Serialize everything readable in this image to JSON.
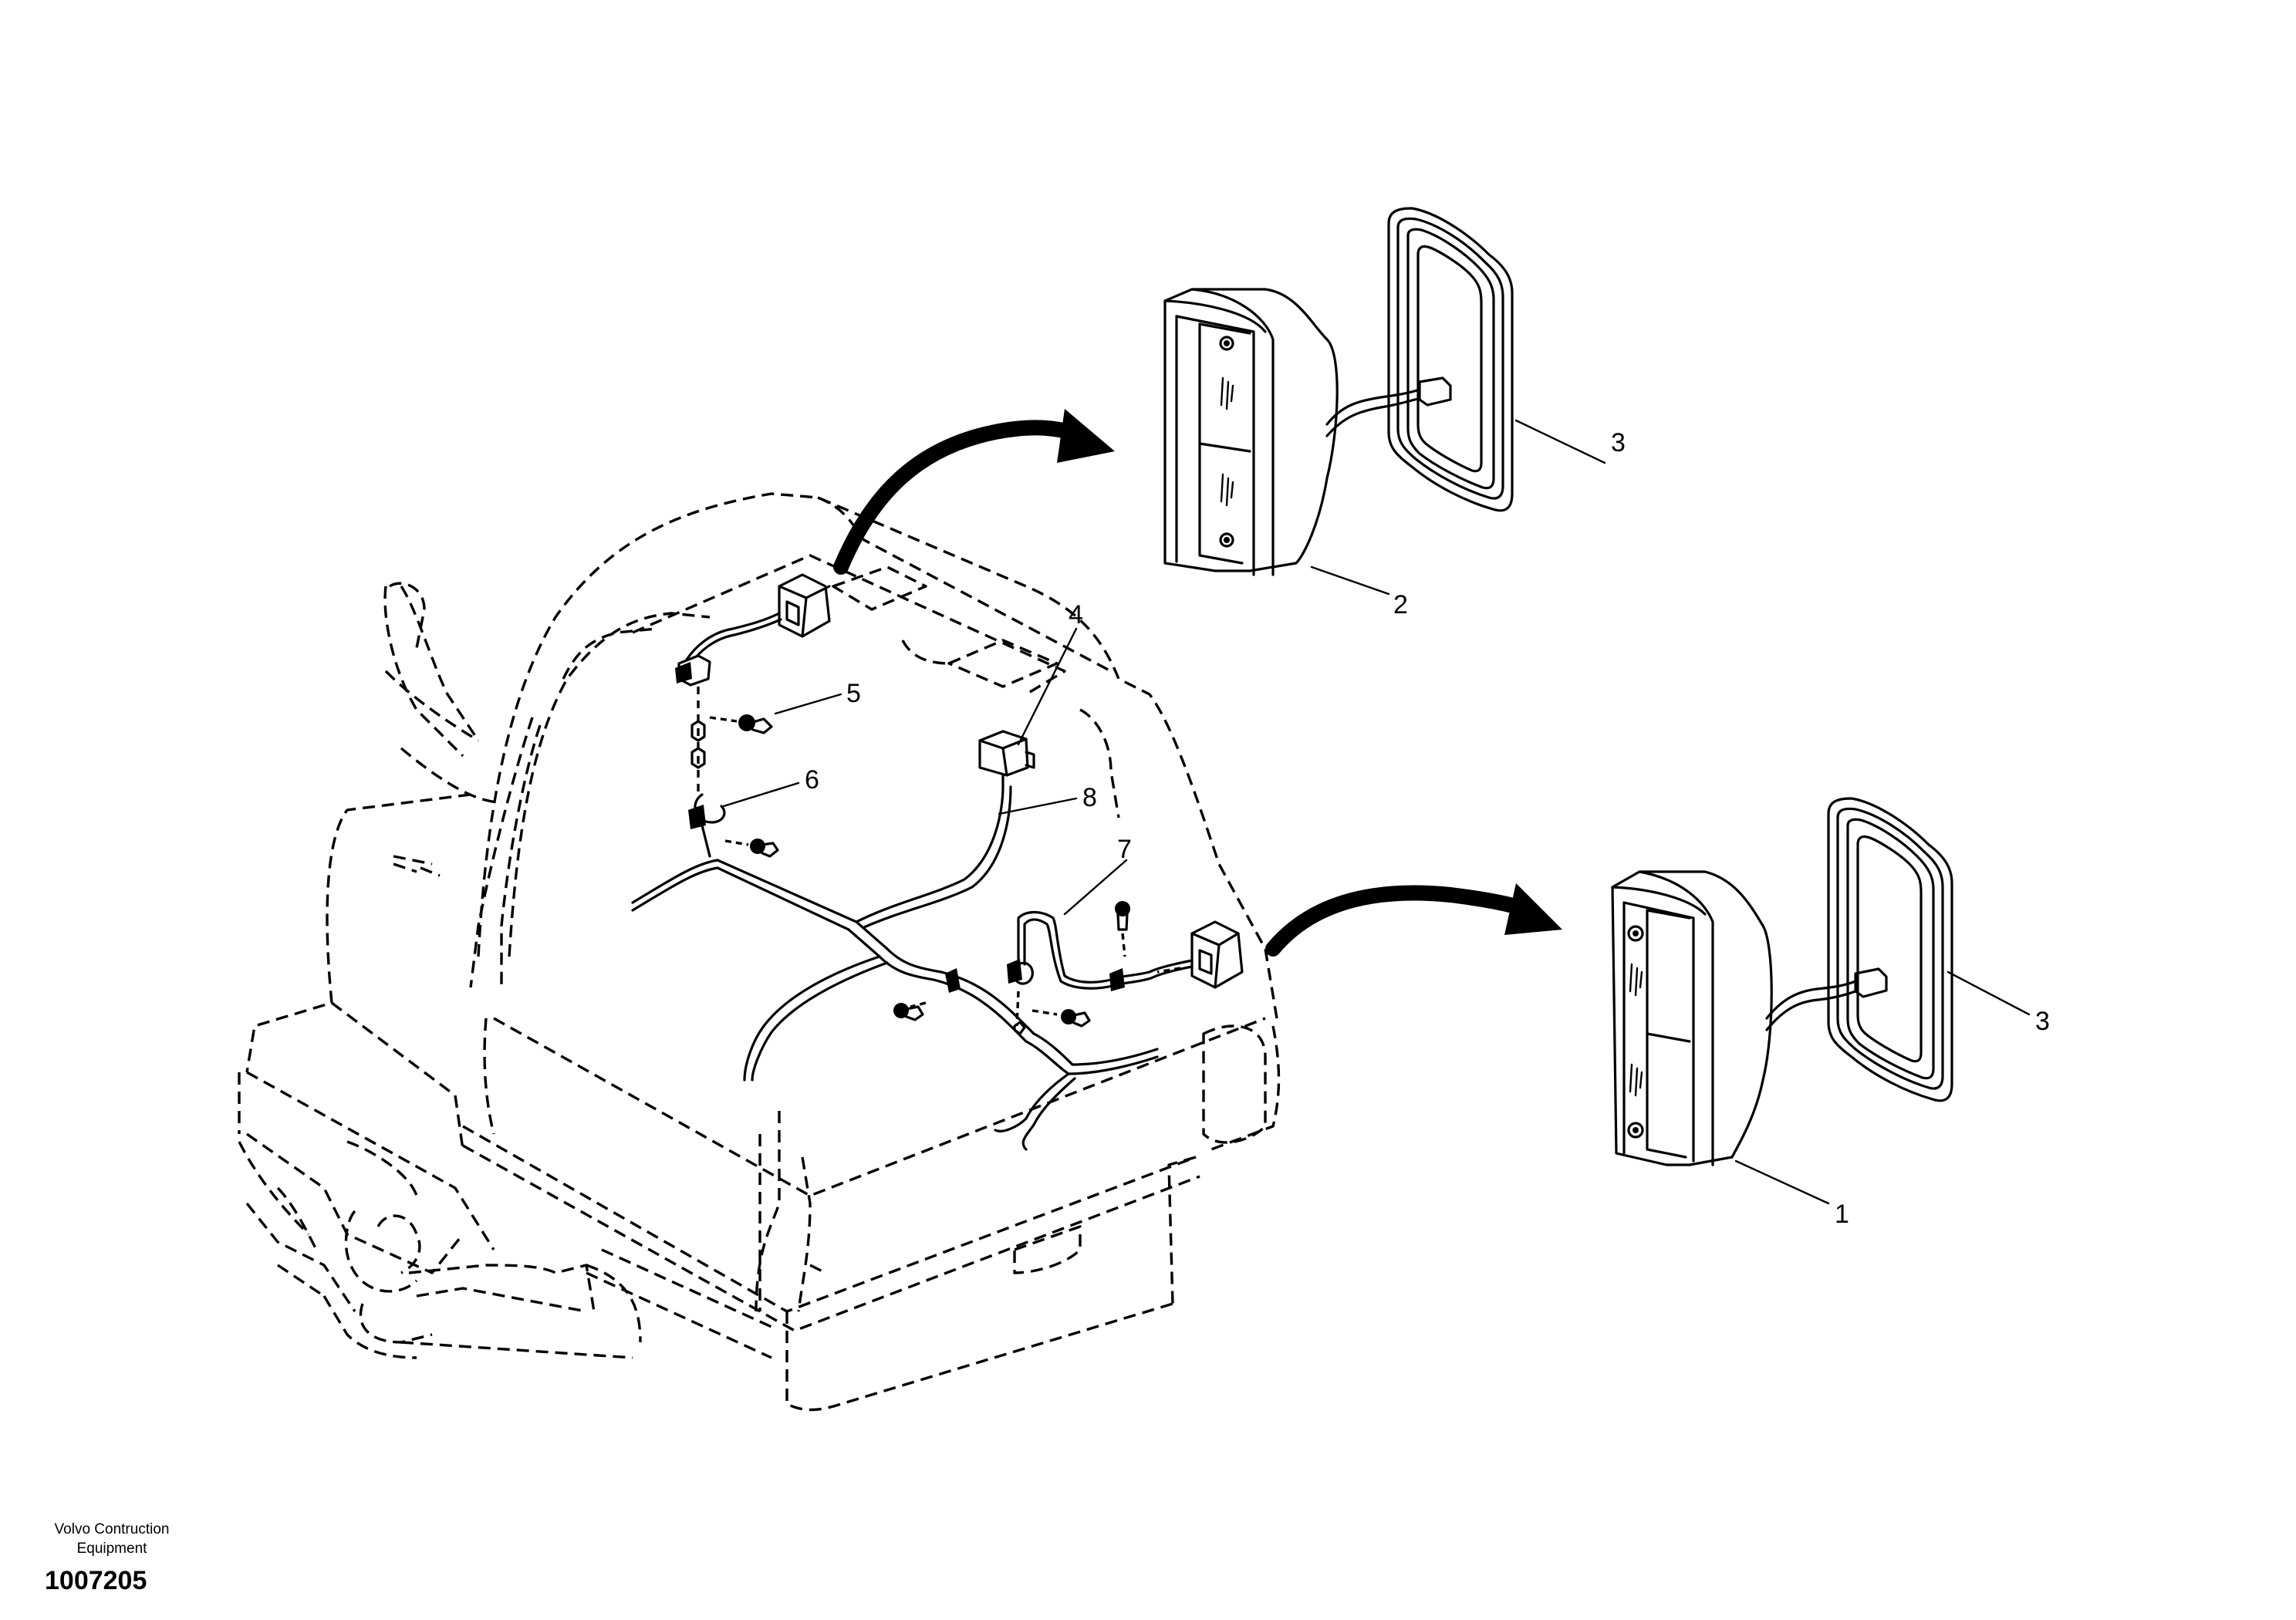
{
  "callouts": {
    "c1": "1",
    "c2": "2",
    "c3a": "3",
    "c3b": "3",
    "c4": "4",
    "c5": "5",
    "c6": "6",
    "c7": "7",
    "c8": "8"
  },
  "footer": {
    "company_line1": "Volvo Contruction",
    "company_line2": "Equipment",
    "drawing_number": "1007205"
  }
}
